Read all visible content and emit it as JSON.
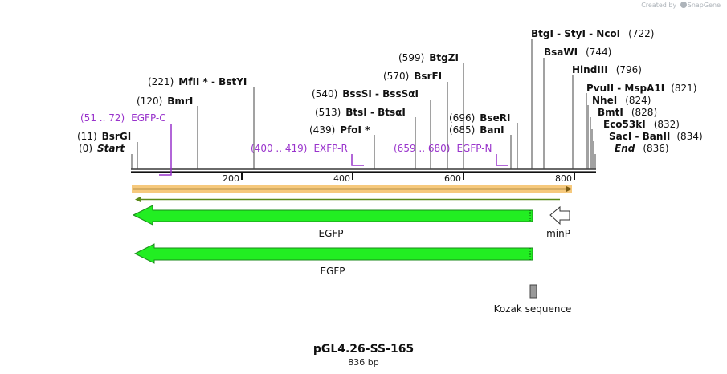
{
  "credit": {
    "prefix": "Created by",
    "brand": "SnapGene"
  },
  "map": {
    "title": "pGL4.26-SS-165",
    "length_label": "836 bp",
    "length": 836,
    "ruler": [
      "200",
      "400",
      "600",
      "800"
    ],
    "sites": [
      {
        "pos": "(0)",
        "name": "Start",
        "italic": true
      },
      {
        "pos": "(11)",
        "name": "BsrGI"
      },
      {
        "pos": "(120)",
        "name": "BmrI"
      },
      {
        "pos": "(221)",
        "name": "MfII * - BstYI"
      },
      {
        "pos": "(439)",
        "name": "PfoI *"
      },
      {
        "pos": "(513)",
        "name": "BtsI - BtsαI"
      },
      {
        "pos": "(540)",
        "name": "BssSI - BssSαI"
      },
      {
        "pos": "(570)",
        "name": "BsrFI"
      },
      {
        "pos": "(599)",
        "name": "BtgZI"
      },
      {
        "pos": "(685)",
        "name": "BanI"
      },
      {
        "pos": "(696)",
        "name": "BseRI"
      },
      {
        "pos": "(722)",
        "name": "BtgI - StyI - NcoI"
      },
      {
        "pos": "(744)",
        "name": "BsaWI"
      },
      {
        "pos": "(796)",
        "name": "HindIII"
      },
      {
        "pos": "(821)",
        "name": "PvuII - MspA1I"
      },
      {
        "pos": "(824)",
        "name": "NheI"
      },
      {
        "pos": "(828)",
        "name": "BmtI"
      },
      {
        "pos": "(832)",
        "name": "Eco53kI"
      },
      {
        "pos": "(834)",
        "name": "SacI - BanII"
      },
      {
        "pos": "(836)",
        "name": "End",
        "italic": true
      }
    ],
    "primers": [
      {
        "range": "(51 .. 72)",
        "name": "EGFP-C"
      },
      {
        "range": "(400 .. 419)",
        "name": "EXFP-R"
      },
      {
        "range": "(659 .. 680)",
        "name": "EGFP-N"
      }
    ],
    "features": [
      {
        "name": "EGFP",
        "type": "arrow"
      },
      {
        "name": "minP",
        "type": "promoter"
      },
      {
        "name": "EGFP",
        "type": "arrow"
      },
      {
        "name": "Kozak sequence",
        "type": "box"
      }
    ],
    "colors": {
      "feature": "#22ee22",
      "primer": "#9933cc",
      "orf": "#f5c066",
      "orf_line": "#5a8a1a",
      "backbone": "#111111",
      "kozak": "#999999"
    }
  }
}
